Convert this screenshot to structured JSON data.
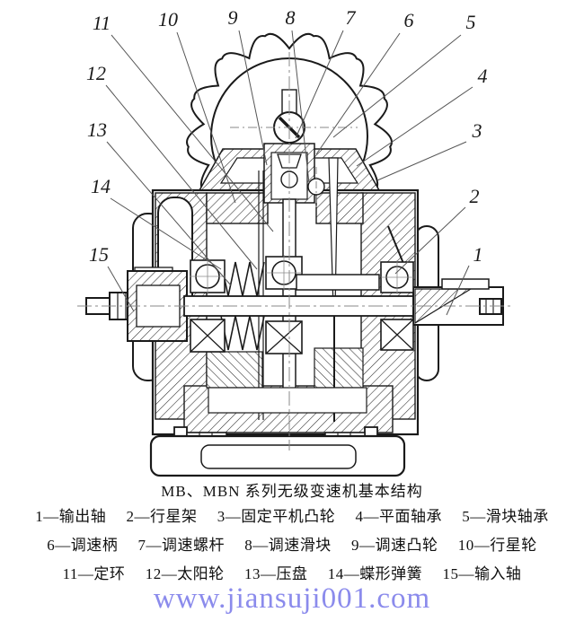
{
  "caption": "MB、MBN 系列无级变速机基本结构",
  "callouts": [
    "1",
    "2",
    "3",
    "4",
    "5",
    "6",
    "7",
    "8",
    "9",
    "10",
    "11",
    "12",
    "13",
    "14",
    "15"
  ],
  "legend": {
    "rows": [
      [
        "1—输出轴",
        "2—行星架",
        "3—固定平机凸轮",
        "4—平面轴承",
        "5—滑块轴承"
      ],
      [
        "6—调速柄",
        "7—调速螺杆",
        "8—调速滑块",
        "9—调速凸轮",
        "10—行星轮"
      ],
      [
        "11—定环",
        "12—太阳轮",
        "13—压盘",
        "14—蝶形弹簧",
        "15—输入轴"
      ]
    ]
  },
  "watermark": "www.jiansuji001.com",
  "colors": {
    "line": "#1a1a1a",
    "leader": "#555555",
    "centerline": "#8a8a8a",
    "watermark": "#8b8bec"
  }
}
